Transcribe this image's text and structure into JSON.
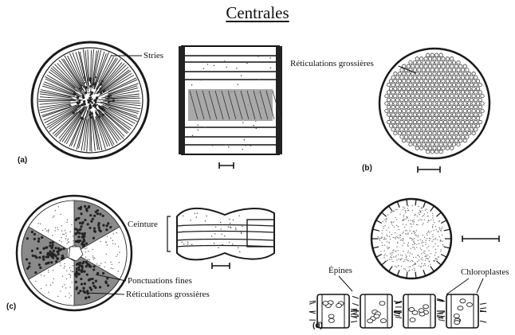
{
  "title": "Centrales",
  "panels": {
    "a": {
      "tag": "(a)",
      "label_stries": "Stries"
    },
    "b": {
      "tag": "(b)",
      "label_reticulations": "Réticulations grossières"
    },
    "c": {
      "tag": "(c)",
      "label_ceinture": "Ceinture",
      "label_ponctuations": "Ponctuations fines",
      "label_reticulations": "Réticulations grossières"
    },
    "d": {
      "tag": "(d)",
      "label_epines": "Épines",
      "label_chloroplastes": "Chloroplastes"
    }
  },
  "colors": {
    "ink": "#1a1a1a",
    "paper": "#ffffff",
    "shade": "#555555"
  }
}
